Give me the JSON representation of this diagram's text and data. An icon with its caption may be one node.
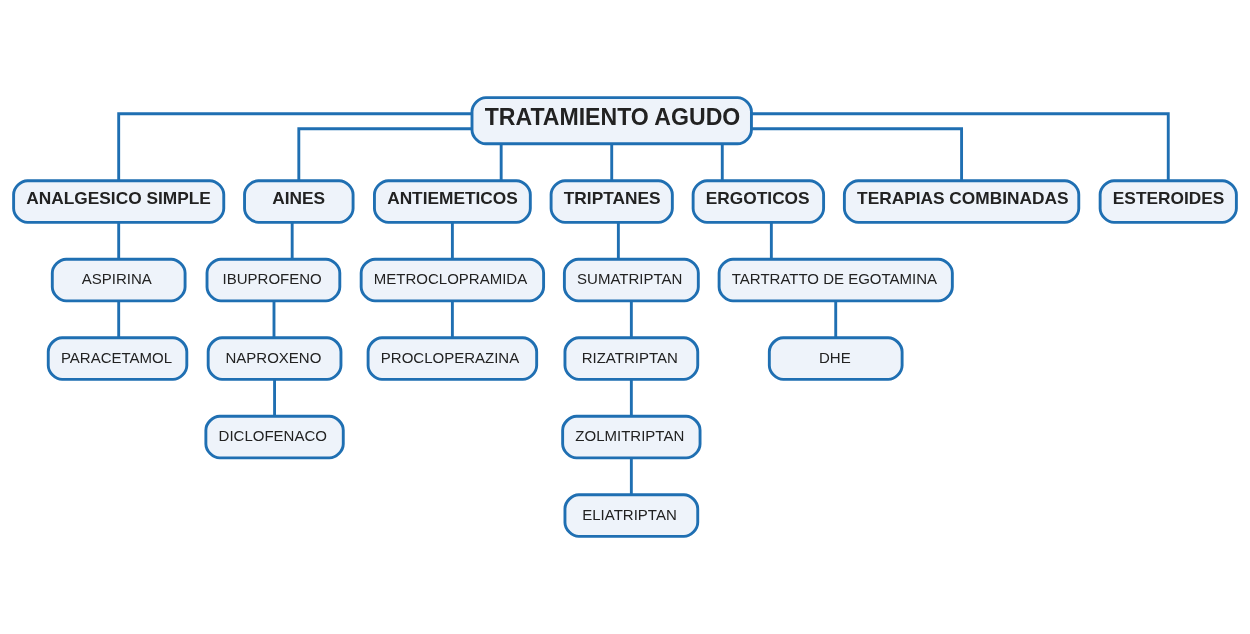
{
  "diagram": {
    "nodes": [
      {
        "text": [
          "TRATAMIENTO AGUDO"
        ]
      },
      {
        "text": [
          "ANALGESICO SIMPLE"
        ]
      },
      {
        "text": [
          "AINES"
        ]
      },
      {
        "text": [
          "ANTIEMETICOS"
        ]
      },
      {
        "text": [
          "TRIPTANES"
        ]
      },
      {
        "text": [
          "ERGOTICOS"
        ]
      },
      {
        "text": [
          "TERAPIAS COMBINADAS"
        ]
      },
      {
        "text": [
          "ESTEROIDES"
        ]
      },
      {
        "text": [
          "ASPIRINA"
        ]
      },
      {
        "text": [
          "PARACETAMOL"
        ]
      },
      {
        "text": [
          "IBUPROFENO"
        ]
      },
      {
        "text": [
          "NAPROXENO"
        ]
      },
      {
        "text": [
          "DICLOFENACO"
        ]
      },
      {
        "text": [
          "METROCLOPRAMIDA"
        ]
      },
      {
        "text": [
          "PROCLOPERAZINA"
        ]
      },
      {
        "text": [
          "SUMATRIPTAN"
        ]
      },
      {
        "text": [
          "RIZATRIPTAN"
        ]
      },
      {
        "text": [
          "ZOLMITRIPTAN"
        ]
      },
      {
        "text": [
          "ELIATRIPTAN"
        ]
      },
      {
        "text": [
          "TARTRATTO DE EGOTAMINA"
        ]
      },
      {
        "text": [
          "DHE"
        ]
      }
    ],
    "edges": [
      {
        "from": 0,
        "to": 1,
        "arrow": "none"
      },
      {
        "from": 0,
        "to": 2,
        "arrow": "none"
      },
      {
        "from": 0,
        "to": 3,
        "arrow": "none"
      },
      {
        "from": 0,
        "to": 4,
        "arrow": "none"
      },
      {
        "from": 0,
        "to": 5,
        "arrow": "none"
      },
      {
        "from": 0,
        "to": 6,
        "arrow": "none"
      },
      {
        "from": 0,
        "to": 7,
        "arrow": "none"
      },
      {
        "from": 1,
        "to": 8,
        "arrow": "none"
      },
      {
        "from": 8,
        "to": 9,
        "arrow": "none"
      },
      {
        "from": 2,
        "to": 10,
        "arrow": "none"
      },
      {
        "from": 10,
        "to": 11,
        "arrow": "none"
      },
      {
        "from": 11,
        "to": 12,
        "arrow": "none"
      },
      {
        "from": 3,
        "to": 13,
        "arrow": "none"
      },
      {
        "from": 13,
        "to": 14,
        "arrow": "none"
      },
      {
        "from": 4,
        "to": 15,
        "arrow": "none"
      },
      {
        "from": 15,
        "to": 16,
        "arrow": "none"
      },
      {
        "from": 16,
        "to": 17,
        "arrow": "none"
      },
      {
        "from": 17,
        "to": 18,
        "arrow": "none"
      },
      {
        "from": 5,
        "to": 19,
        "arrow": "none"
      },
      {
        "from": 19,
        "to": 20,
        "arrow": "none"
      }
    ]
  }
}
